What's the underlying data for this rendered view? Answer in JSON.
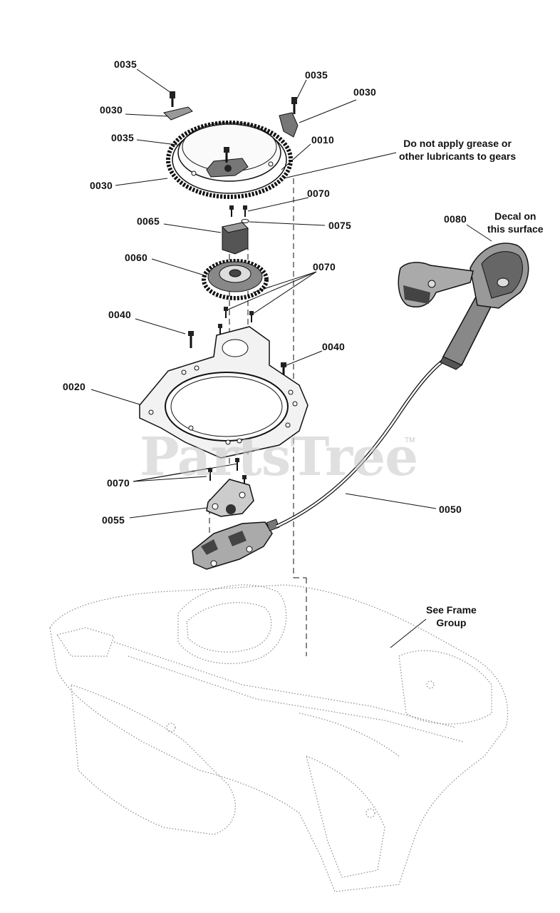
{
  "watermark": {
    "text": "PartsTree",
    "trademark": "TM"
  },
  "notes": {
    "grease_line1": "Do not apply grease or",
    "grease_line2": "other lubricants to gears",
    "decal_line1": "Decal on",
    "decal_line2": "this surface",
    "frame_line1": "See Frame",
    "frame_line2": "Group"
  },
  "callouts": [
    {
      "id": "c1",
      "text": "0035"
    },
    {
      "id": "c2",
      "text": "0035"
    },
    {
      "id": "c3",
      "text": "0030"
    },
    {
      "id": "c4",
      "text": "0030"
    },
    {
      "id": "c5",
      "text": "0035"
    },
    {
      "id": "c6",
      "text": "0010"
    },
    {
      "id": "c7",
      "text": "0030"
    },
    {
      "id": "c8",
      "text": "0070"
    },
    {
      "id": "c9",
      "text": "0065"
    },
    {
      "id": "c10",
      "text": "0075"
    },
    {
      "id": "c11",
      "text": "0080"
    },
    {
      "id": "c12",
      "text": "0060"
    },
    {
      "id": "c13",
      "text": "0070"
    },
    {
      "id": "c14",
      "text": "0040"
    },
    {
      "id": "c15",
      "text": "0040"
    },
    {
      "id": "c16",
      "text": "0020"
    },
    {
      "id": "c17",
      "text": "0070"
    },
    {
      "id": "c18",
      "text": "0055"
    },
    {
      "id": "c19",
      "text": "0050"
    }
  ]
}
